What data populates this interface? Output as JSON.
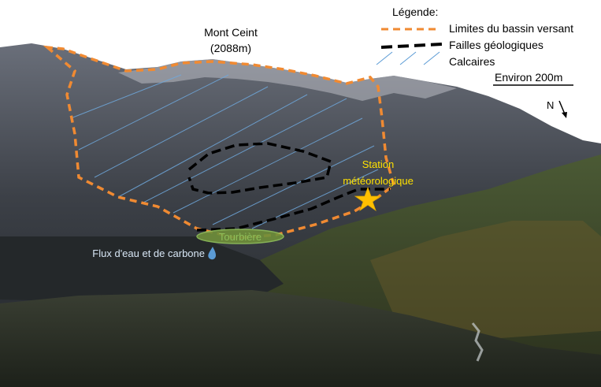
{
  "summit": {
    "name": "Mont Ceint",
    "altitude": "(2088m)"
  },
  "legend": {
    "title": "Légende:",
    "items": [
      {
        "label": "Limites du bassin versant",
        "color": "#f08a32"
      },
      {
        "label": "Failles géologiques",
        "color": "#000000"
      },
      {
        "label": "Calcaires",
        "color": "#5b9bd5"
      }
    ]
  },
  "scale": {
    "label": "Environ 200m"
  },
  "north": {
    "label": "N"
  },
  "station": {
    "line1": "Station",
    "line2": "météorologique",
    "color": "#ffd700"
  },
  "peatland": {
    "label": "Tourbière",
    "color": "#8fbf5a"
  },
  "flux": {
    "label": "Flux d'eau et de carbone",
    "color": "#5b9bd5"
  }
}
